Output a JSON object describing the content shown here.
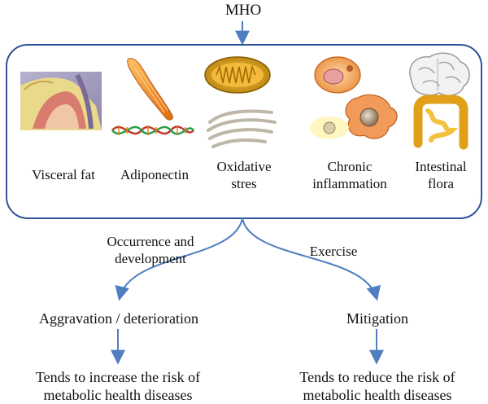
{
  "title": "MHO",
  "factors": [
    {
      "id": "visceral-fat",
      "label": "Visceral fat"
    },
    {
      "id": "adiponectin",
      "label": "Adiponectin"
    },
    {
      "id": "oxidative-stress",
      "label": "Oxidative\nstres"
    },
    {
      "id": "chronic-inflammation",
      "label": "Chronic\ninflammation"
    },
    {
      "id": "intestinal-flora",
      "label": "Intestinal\nflora"
    }
  ],
  "branches": {
    "left": {
      "edge_label": "Occurrence and\ndevelopment",
      "node": "Aggravation / deterioration",
      "outcome": "Tends to increase the risk of\nmetabolic health diseases"
    },
    "right": {
      "edge_label": "Exercise",
      "node": "Mitigation",
      "outcome": "Tends to reduce the risk of\nmetabolic health diseases"
    }
  },
  "colors": {
    "line": "#4f7fc0",
    "box": "#2f5496",
    "fat_tissue": "#e9d98a",
    "muscle": "#f0902a",
    "mitochondria": "#d4a017",
    "cell": "#f0a050",
    "brain": "#f2f2f2",
    "intestine": "#f2c240"
  }
}
